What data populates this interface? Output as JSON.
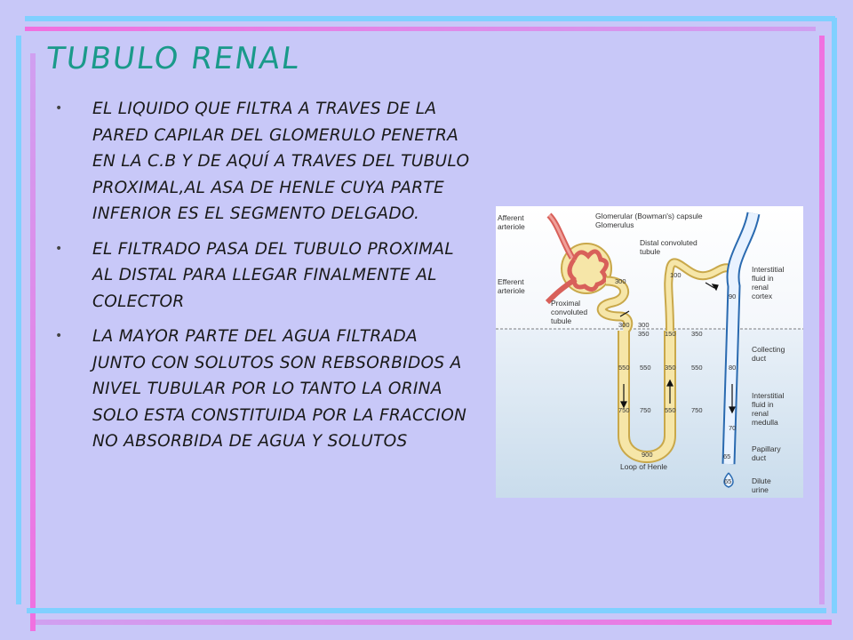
{
  "title": "TUBULO RENAL",
  "bullets": [
    "EL LIQUIDO QUE FILTRA A TRAVES DE LA PARED CAPILAR DEL GLOMERULO PENETRA EN LA C.B Y DE AQUÍ A TRAVES DEL TUBULO PROXIMAL,AL ASA DE HENLE CUYA PARTE INFERIOR ES EL SEGMENTO DELGADO.",
    "EL FILTRADO PASA DEL TUBULO PROXIMAL AL DISTAL PARA LLEGAR FINALMENTE AL COLECTOR",
    "LA MAYOR PARTE DEL AGUA FILTRADA JUNTO CON SOLUTOS SON REBSORBIDOS A NIVEL TUBULAR POR LO TANTO LA ORINA SOLO ESTA CONSTITUIDA POR LA FRACCION NO ABSORBIDA DE AGUA Y SOLUTOS"
  ],
  "bullet_marker": "•",
  "colors": {
    "background": "#c8c8f8",
    "title": "#1a9a8a",
    "bar_cyan": "#80d0ff",
    "bar_pink": "#f070e0",
    "bar_violet": "#d0a0f0"
  },
  "diagram": {
    "labels": {
      "afferent": [
        "Afferent",
        "arteriole"
      ],
      "efferent": [
        "Efferent",
        "arteriole"
      ],
      "capsule": "Glomerular (Bowman's) capsule",
      "glomerulus": "Glomerulus",
      "distal": [
        "Distal convoluted",
        "tubule"
      ],
      "proximal": [
        "Proximal",
        "convoluted",
        "tubule"
      ],
      "interstitial_cortex": [
        "Interstitial",
        "fluid in",
        "renal",
        "cortex"
      ],
      "collecting": [
        "Collecting",
        "duct"
      ],
      "interstitial_medulla": [
        "Interstitial",
        "fluid in",
        "renal",
        "medulla"
      ],
      "papillary": [
        "Papillary",
        "duct"
      ],
      "dilute": [
        "Dilute",
        "urine"
      ],
      "loop": "Loop of Henle"
    },
    "values": {
      "v300a": "300",
      "v100": "100",
      "v90": "90",
      "v300b": "300",
      "v300c": "300",
      "v350a": "350",
      "v150": "150",
      "v350b": "350",
      "v550a": "550",
      "v550b": "550",
      "v350c": "350",
      "v550c": "550",
      "v80": "80",
      "v750a": "750",
      "v750b": "750",
      "v550d": "550",
      "v750c": "750",
      "v70": "70",
      "v900": "900",
      "v65a": "65",
      "v65b": "65"
    }
  }
}
